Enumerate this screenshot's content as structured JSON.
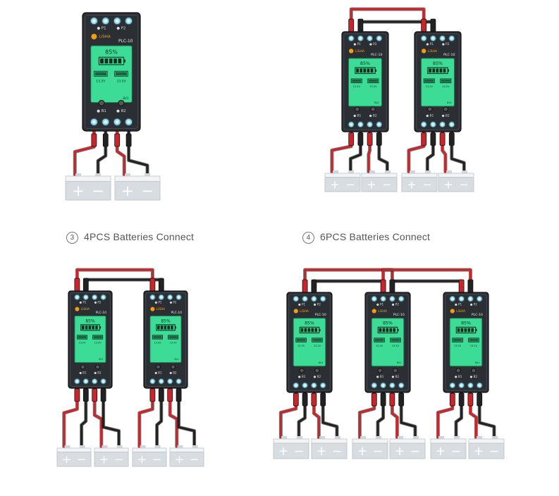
{
  "captions": [
    {
      "marker": "3",
      "text": "4PCS Batteries Connect"
    },
    {
      "marker": "4",
      "text": "6PCS Batteries Connect"
    }
  ],
  "device": {
    "brand": "LiSHA",
    "model": "PLC-10",
    "percent": "85%",
    "left_voltage": "13.2V",
    "right_voltage": "13.2V",
    "mode": "8V1",
    "top_ports": [
      "P1",
      "P2"
    ],
    "bottom_ports": [
      "B1",
      "B2"
    ]
  },
  "battery": {
    "plus": "+",
    "minus": "−"
  },
  "colors": {
    "device_body": "#2b2e33",
    "screen": "#3ddc96",
    "red_cable": "#c8262b",
    "black_cable": "#222222",
    "terminal_ring": "#9fd8e6"
  }
}
